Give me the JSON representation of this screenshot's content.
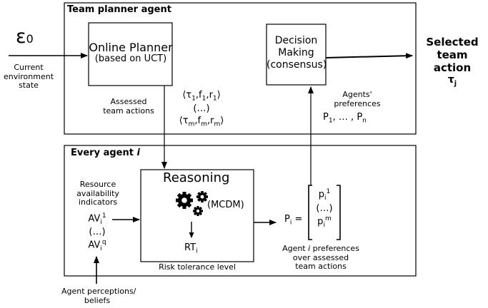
{
  "team_planner": {
    "title": "Team planner agent",
    "epsilon": "ε",
    "epsilon_sub": "0",
    "env_label": [
      "Current",
      "environment",
      "state"
    ],
    "online_planner": {
      "line1": "Online Planner",
      "line2": "(based on UCT)"
    },
    "assessed": [
      "Assessed",
      "team actions"
    ],
    "tuples": {
      "tau": "τ",
      "f": "f",
      "r": "r",
      "sub_first": "1",
      "sub_last": "m",
      "open": "⟨",
      "close": "⟩",
      "comma": ",",
      "ellipsis": "(…)"
    },
    "decision": [
      "Decision",
      "Making",
      "(consensus)"
    ],
    "prefs_label": [
      "Agents'",
      "preferences"
    ],
    "prefs_list": {
      "p": "P",
      "first": "1",
      "mid": ", … , ",
      "last": "n"
    },
    "selected": [
      "Selected",
      "team",
      "action"
    ],
    "selected_tau": "τ",
    "selected_sub": "j"
  },
  "every_agent": {
    "title_prefix": "Every  agent ",
    "title_i": "i",
    "resource_label": [
      "Resource",
      "availability",
      "indicators"
    ],
    "av": {
      "name": "AV",
      "sub": "i",
      "sup_first": "1",
      "sup_last": "q",
      "ellipsis": "(…)"
    },
    "perceptions": [
      "Agent perceptions/",
      "beliefs"
    ],
    "reasoning": {
      "title": "Reasoning",
      "mcdm": "(MCDM)",
      "rt": "RT",
      "rt_sub": "i",
      "risk": "Risk tolerance level"
    },
    "pi": {
      "name": "P",
      "sub": "i",
      "eq": "=",
      "elem": "p",
      "elem_sub": "i",
      "sup_first": "1",
      "sup_last": "m",
      "ellipsis": "(…)"
    },
    "agent_prefs": {
      "line1_prefix": "Agent ",
      "line1_i": "i",
      "line1_suffix": " preferences",
      "line2": "over assessed",
      "line3": "team actions"
    }
  }
}
